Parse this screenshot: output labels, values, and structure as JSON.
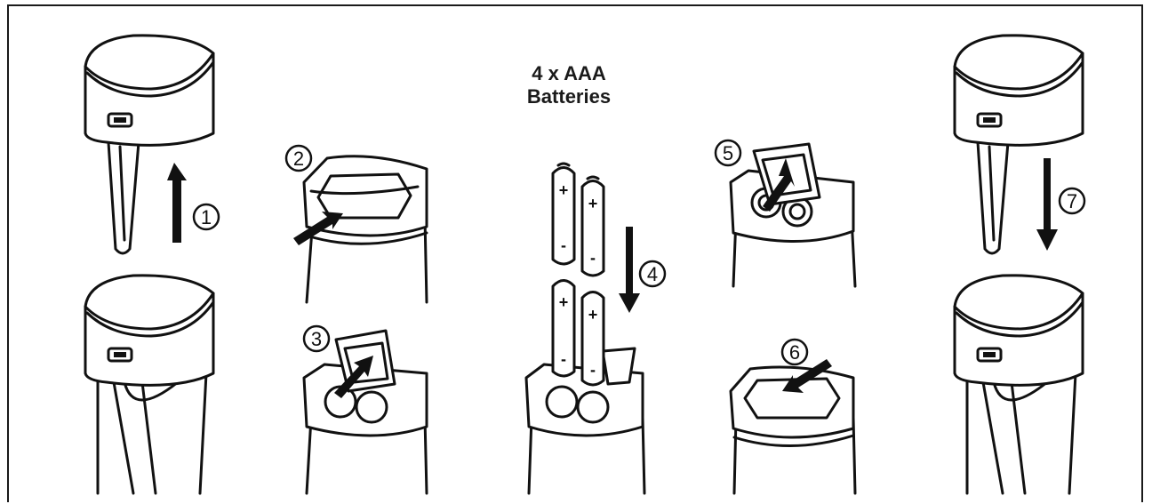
{
  "title": {
    "line1": "4 x AAA",
    "line2": "Batteries"
  },
  "steps": [
    "1",
    "2",
    "3",
    "4",
    "5",
    "6",
    "7"
  ],
  "battery": {
    "plus": "+",
    "minus": "-"
  },
  "colors": {
    "line": "#111111",
    "background": "#ffffff"
  }
}
